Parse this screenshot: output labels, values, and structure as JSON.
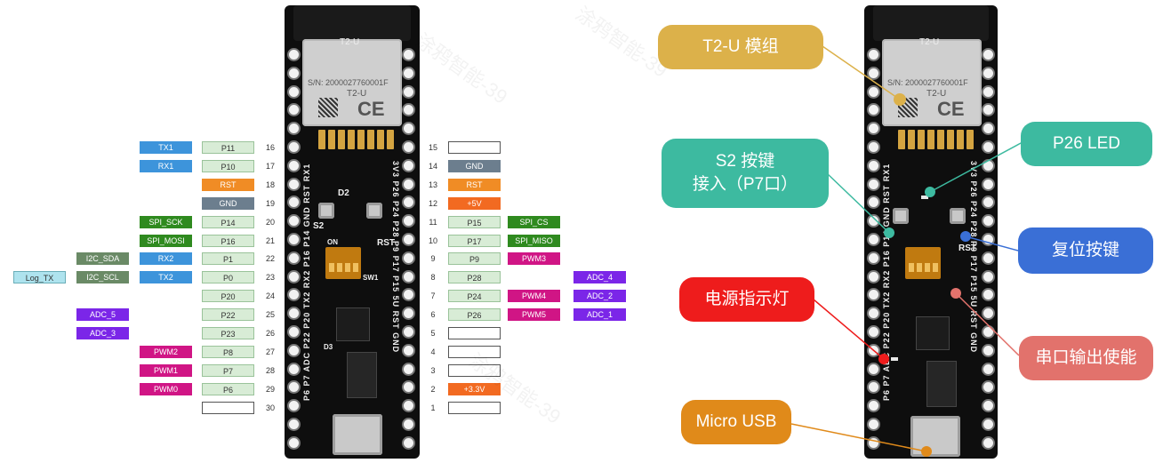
{
  "left_board": {
    "module_title": "T2-U",
    "module_serial": "S/N: 2000027760001F",
    "module_name": "T2-U",
    "ce_mark": "CE",
    "silk_top": "GND RST RXI",
    "silk_left": "P6 P7 ADC P22 P20 TX2 RX2 P16 P14 GND RST RX1",
    "silk_right": "3V3 P26 P24 P28 P9 P17 P15 5U RST GND",
    "silk_s2": "S2",
    "silk_rst": "RST",
    "silk_d2": "D2",
    "silk_d3": "D3",
    "silk_sw1": "SW1",
    "silk_on": "ON"
  },
  "left_pins": [
    {
      "num": "16",
      "pin": "P11",
      "f1": "TX1",
      "f1c": "blue",
      "f2": "",
      "f2c": "",
      "f3": "",
      "f3c": ""
    },
    {
      "num": "17",
      "pin": "P10",
      "f1": "RX1",
      "f1c": "blue",
      "f2": "",
      "f2c": "",
      "f3": "",
      "f3c": ""
    },
    {
      "num": "18",
      "pin": "RST",
      "pinc": "orange",
      "f1": "",
      "f1c": "",
      "f2": "",
      "f2c": "",
      "f3": "",
      "f3c": ""
    },
    {
      "num": "19",
      "pin": "GND",
      "pinc": "gray",
      "f1": "",
      "f1c": "",
      "f2": "",
      "f2c": "",
      "f3": "",
      "f3c": ""
    },
    {
      "num": "20",
      "pin": "P14",
      "f1": "SPI_SCK",
      "f1c": "green",
      "f2": "",
      "f2c": "",
      "f3": "",
      "f3c": ""
    },
    {
      "num": "21",
      "pin": "P16",
      "f1": "SPI_MOSI",
      "f1c": "green",
      "f2": "",
      "f2c": "",
      "f3": "",
      "f3c": ""
    },
    {
      "num": "22",
      "pin": "P1",
      "f1": "RX2",
      "f1c": "blue",
      "f2": "I2C_SDA",
      "f2c": "olive",
      "f3": "",
      "f3c": ""
    },
    {
      "num": "23",
      "pin": "P0",
      "f1": "TX2",
      "f1c": "blue",
      "f2": "I2C_SCL",
      "f2c": "olive",
      "f3": "Log_TX",
      "f3c": "lightblue"
    },
    {
      "num": "24",
      "pin": "P20",
      "f1": "",
      "f1c": "",
      "f2": "",
      "f2c": "",
      "f3": "",
      "f3c": ""
    },
    {
      "num": "25",
      "pin": "P22",
      "f1": "",
      "f1c": "",
      "f2": "ADC_5",
      "f2c": "purple",
      "f3": "",
      "f3c": ""
    },
    {
      "num": "26",
      "pin": "P23",
      "f1": "",
      "f1c": "",
      "f2": "ADC_3",
      "f2c": "purple",
      "f3": "",
      "f3c": ""
    },
    {
      "num": "27",
      "pin": "P8",
      "f1": "PWM2",
      "f1c": "magenta",
      "f2": "",
      "f2c": "",
      "f3": "",
      "f3c": ""
    },
    {
      "num": "28",
      "pin": "P7",
      "f1": "PWM1",
      "f1c": "magenta",
      "f2": "",
      "f2c": "",
      "f3": "",
      "f3c": ""
    },
    {
      "num": "29",
      "pin": "P6",
      "f1": "PWM0",
      "f1c": "magenta",
      "f2": "",
      "f2c": "",
      "f3": "",
      "f3c": ""
    },
    {
      "num": "30",
      "pin": "",
      "pinc": "white",
      "f1": "",
      "f1c": "",
      "f2": "",
      "f2c": "",
      "f3": "",
      "f3c": ""
    }
  ],
  "right_pins": [
    {
      "num": "15",
      "pin": "",
      "pinc": "white",
      "f1": "",
      "f1c": "",
      "f2": "",
      "f2c": ""
    },
    {
      "num": "14",
      "pin": "GND",
      "pinc": "gray",
      "f1": "",
      "f1c": "",
      "f2": "",
      "f2c": ""
    },
    {
      "num": "13",
      "pin": "RST",
      "pinc": "orange",
      "f1": "",
      "f1c": "",
      "f2": "",
      "f2c": ""
    },
    {
      "num": "12",
      "pin": "+5V",
      "pinc": "orange2",
      "f1": "",
      "f1c": "",
      "f2": "",
      "f2c": ""
    },
    {
      "num": "11",
      "pin": "P15",
      "f1": "SPI_CS",
      "f1c": "green",
      "f2": "",
      "f2c": ""
    },
    {
      "num": "10",
      "pin": "P17",
      "f1": "SPI_MISO",
      "f1c": "green",
      "f2": "",
      "f2c": ""
    },
    {
      "num": "9",
      "pin": "P9",
      "f1": "PWM3",
      "f1c": "magenta",
      "f2": "",
      "f2c": ""
    },
    {
      "num": "8",
      "pin": "P28",
      "f1": "",
      "f1c": "",
      "f2": "ADC_4",
      "f2c": "purple"
    },
    {
      "num": "7",
      "pin": "P24",
      "f1": "PWM4",
      "f1c": "magenta",
      "f2": "ADC_2",
      "f2c": "purple"
    },
    {
      "num": "6",
      "pin": "P26",
      "f1": "PWM5",
      "f1c": "magenta",
      "f2": "ADC_1",
      "f2c": "purple"
    },
    {
      "num": "5",
      "pin": "",
      "pinc": "white",
      "f1": "",
      "f1c": "",
      "f2": "",
      "f2c": ""
    },
    {
      "num": "4",
      "pin": "",
      "pinc": "white",
      "f1": "",
      "f1c": "",
      "f2": "",
      "f2c": ""
    },
    {
      "num": "3",
      "pin": "",
      "pinc": "white",
      "f1": "",
      "f1c": "",
      "f2": "",
      "f2c": ""
    },
    {
      "num": "2",
      "pin": "+3.3V",
      "pinc": "orange2",
      "f1": "",
      "f1c": "",
      "f2": "",
      "f2c": ""
    },
    {
      "num": "1",
      "pin": "",
      "pinc": "white",
      "f1": "",
      "f1c": "",
      "f2": "",
      "f2c": ""
    }
  ],
  "watermark": "涂鸦智能-39",
  "right_board": {
    "module_title": "T2-U",
    "module_serial": "S/N: 2000027760001F",
    "module_name": "T2-U"
  },
  "callouts": {
    "module": "T2-U 模组",
    "s2_line1": "S2 按键",
    "s2_line2": "接入（P7口）",
    "led": "P26 LED",
    "reset": "复位按键",
    "power": "电源指示灯",
    "serial": "串口输出使能",
    "usb": "Micro USB"
  },
  "colors": {
    "module_bubble": "#dcb14a",
    "s2_bubble": "#3dbaa0",
    "led_bubble": "#3dbaa0",
    "reset_bubble": "#3a6fd6",
    "power_bubble": "#ee1c1c",
    "serial_bubble": "#e2726c",
    "usb_bubble": "#e08a1a"
  }
}
